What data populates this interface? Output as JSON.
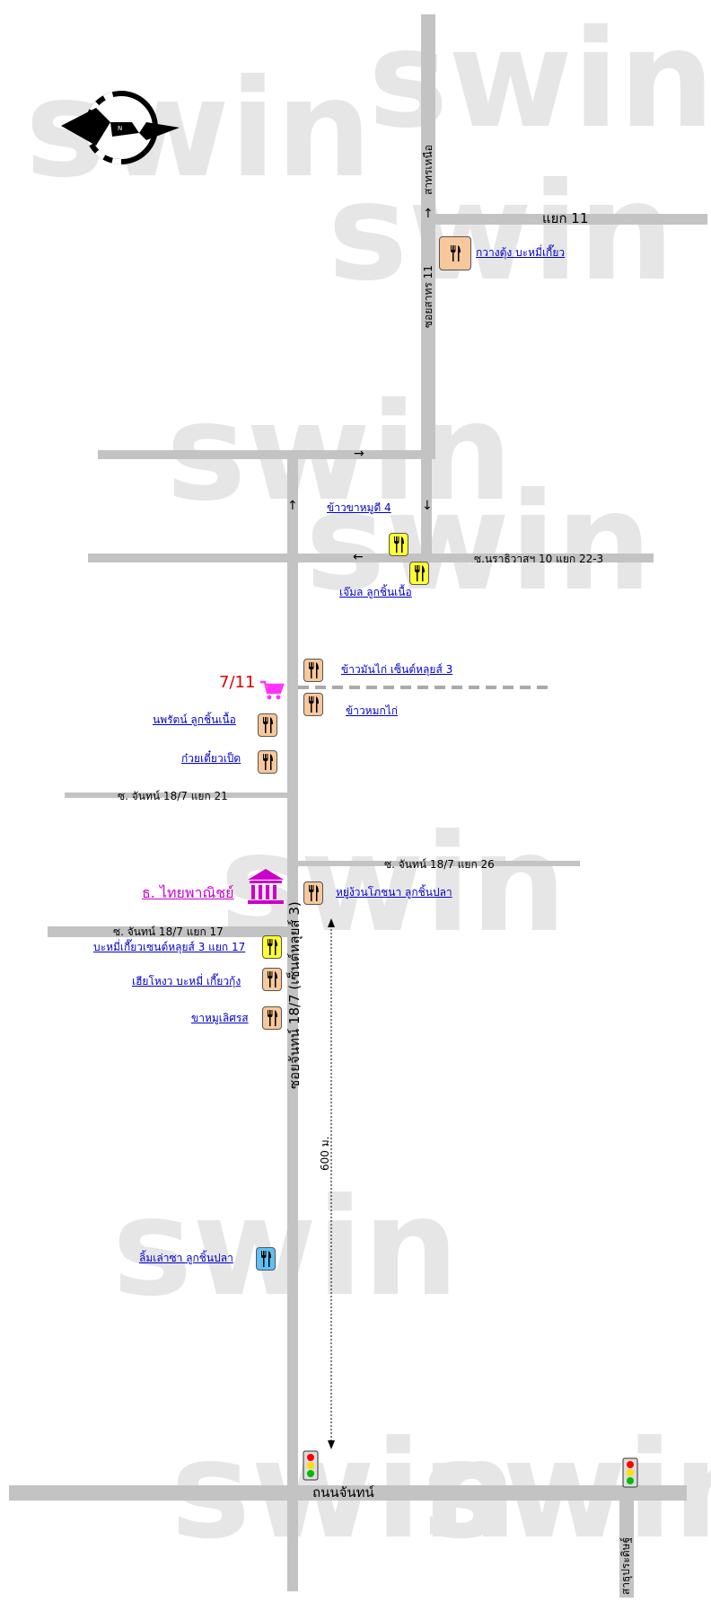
{
  "roads": {
    "sathorn_north": "สาทรเหนือ",
    "yaek_11": "แยก 11",
    "soi_sathorn_11": "ซอยสาทร 11",
    "naradhiwas": "ซ.นราธิวาสฯ 10 แยก 22-3",
    "chan_18_7_21": "ซ. จันทน์ 18/7 แยก 21",
    "chan_18_7_26": "ซ. จันทน์ 18/7 แยก 26",
    "chan_18_7_17": "ซ. จันทน์ 18/7 แยก 17",
    "soi_chan_main": "ซอยจันทน์ 18/7 (เซ็นต์หลุยส์ 3)",
    "thanon_chan": "ถนนจันทน์",
    "satupradit": "สาธุประดิษฐ์"
  },
  "places": [
    {
      "name": "กวางตุ้ง บะหมี่เกี๊ยว",
      "color": "orange"
    },
    {
      "name": "ข้าวขาหมูดี 4",
      "color": "yellow"
    },
    {
      "name": "เจ๊มล ลูกชิ้นเนื้อ",
      "color": "yellow"
    },
    {
      "name": "ข้าวมันไก่ เซ็นต์หลุยส์ 3",
      "color": "orange"
    },
    {
      "name": "ข้าวหมกไก่",
      "color": "orange"
    },
    {
      "name": "นพรัตน์ ลูกชิ้นเนื้อ",
      "color": "orange"
    },
    {
      "name": "ก๋วยเตี๋ยวเป็ด",
      "color": "orange"
    },
    {
      "name": "หยู่ง้วนโภชนา ลูกชิ้นปลา",
      "color": "orange"
    },
    {
      "name": "บะหมี่เกี๊ยวเซนต์หลุยส์ 3 แยก 17",
      "color": "yellow"
    },
    {
      "name": "เฮียโหงว บะหมี่ เกี๊ยวกุ้ง",
      "color": "orange"
    },
    {
      "name": "ขาหมูเลิศรส",
      "color": "orange"
    },
    {
      "name": "ลิ้มเล่าซา ลูกชิ้นปลา",
      "color": "blue"
    }
  ],
  "landmarks": {
    "seven_eleven": "7/11",
    "bank": "ธ. ไทยพาณิชย์",
    "distance": "600 ม."
  },
  "compass": {
    "north_label": "N"
  },
  "watermark": "swin",
  "colors": {
    "road": "#c3c3c3",
    "orange": "#f7c89b",
    "yellow": "#ffff33",
    "blue": "#5fc0f3",
    "bank": "#cc00cc",
    "cart": "#ff33ff",
    "seven": "#dd0000"
  }
}
